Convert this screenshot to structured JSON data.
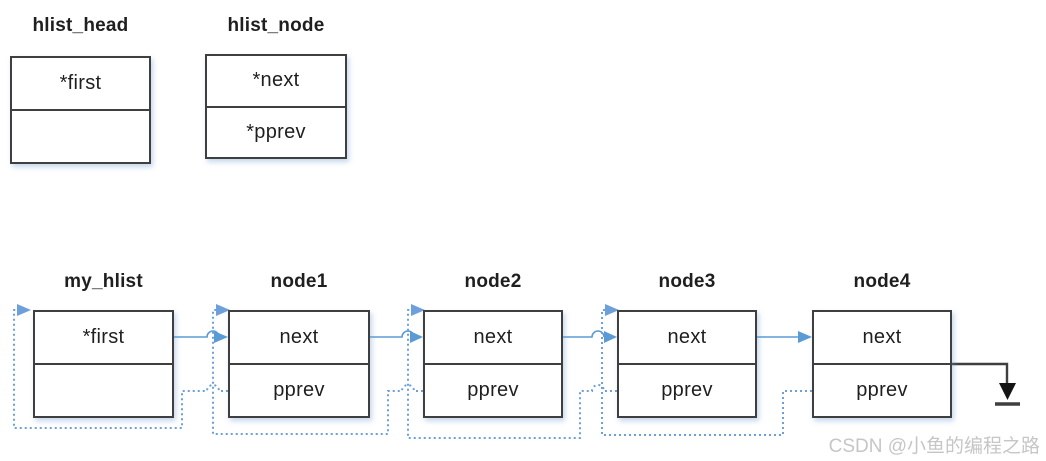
{
  "definitions": [
    {
      "label": "hlist_head",
      "cells": [
        "*first",
        ""
      ]
    },
    {
      "label": "hlist_node",
      "cells": [
        "*next",
        "*pprev"
      ]
    }
  ],
  "list": {
    "nodes": [
      {
        "label": "my_hlist",
        "cells": [
          "*first",
          ""
        ]
      },
      {
        "label": "node1",
        "cells": [
          "next",
          "pprev"
        ]
      },
      {
        "label": "node2",
        "cells": [
          "next",
          "pprev"
        ]
      },
      {
        "label": "node3",
        "cells": [
          "next",
          "pprev"
        ]
      },
      {
        "label": "node4",
        "cells": [
          "next",
          "pprev"
        ]
      }
    ],
    "terminator": "null-ground-symbol"
  },
  "watermark": "CSDN @小鱼的编程之路",
  "colors": {
    "arrow_blue": "#5B9BD5",
    "dotted_blue": "#6D9FDB",
    "border_dark": "#3F3F3F",
    "text_dark": "#1F1F1F",
    "watermark_gray": "#C6C6C6"
  }
}
